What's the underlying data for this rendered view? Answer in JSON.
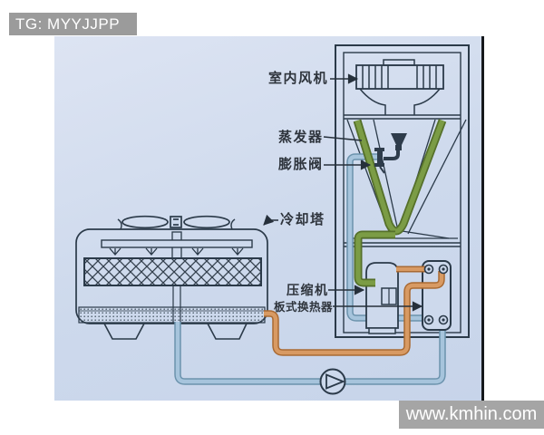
{
  "badge": {
    "text": "TG: MYYJJPP",
    "bg": "#9b9b9b"
  },
  "watermark": {
    "text": "www.kmhin.com",
    "bg": "#a5a5a5"
  },
  "diagram": {
    "type": "water-cooled-air-conditioning-system-schematic",
    "background": "#cdd9ec",
    "labels": {
      "indoor_fan": "室内风机",
      "evaporator": "蒸发器",
      "expansion_valve": "膨胀阀",
      "cooling_tower": "冷却塔",
      "compressor": "压缩机",
      "plate_heat_exchanger": "板式换热器"
    },
    "pipe_colors": {
      "suction_gas_green": "#7b9c45",
      "hot_water_orange": "#d89a63",
      "cold_water_blue": "#a6c4dc"
    },
    "line_color": "#2b3a49"
  }
}
